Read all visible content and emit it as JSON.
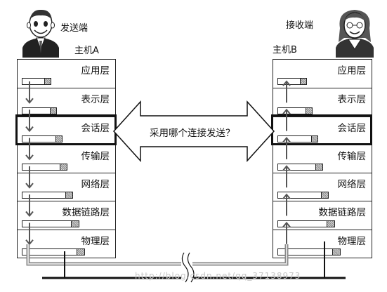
{
  "hostA": {
    "role": "发送端",
    "name": "主机A"
  },
  "hostB": {
    "role": "接收端",
    "name": "主机B"
  },
  "layers": [
    "应用层",
    "表示层",
    "会话层",
    "传输层",
    "网络层",
    "数据链路层",
    "物理层"
  ],
  "question": "采用哪个连接发送？",
  "watermark": "http://blog.csdn.net/qq_37138973",
  "highlighted_layer": "会话层"
}
